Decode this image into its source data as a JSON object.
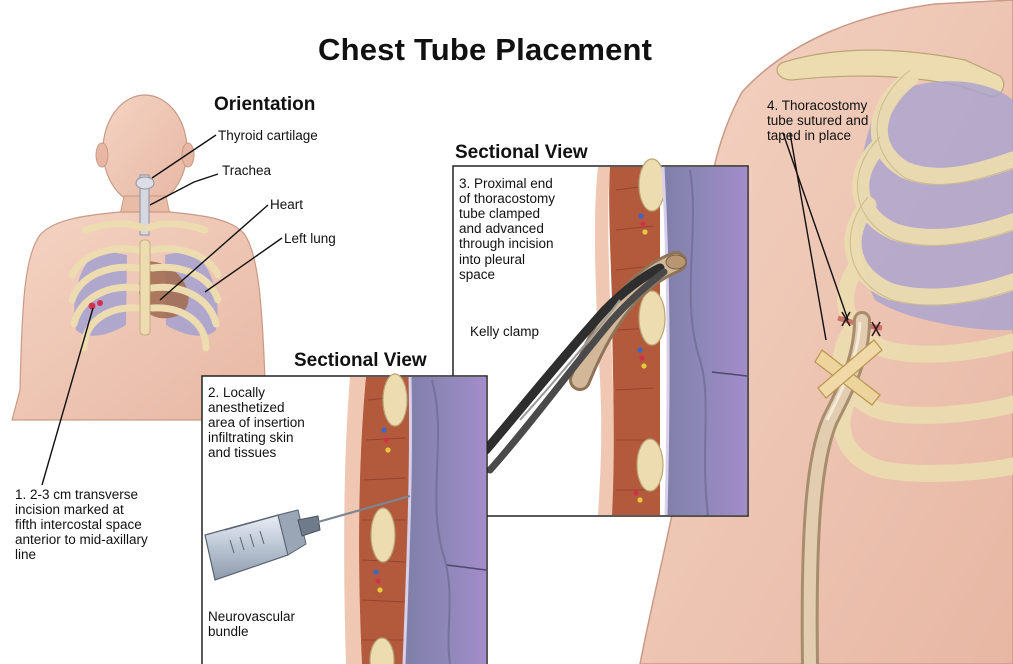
{
  "title": "Chest Tube Placement",
  "orientation": {
    "heading": "Orientation",
    "labels": {
      "thyroid": "Thyroid cartilage",
      "trachea": "Trachea",
      "heart": "Heart",
      "left_lung": "Left lung"
    }
  },
  "steps": {
    "step1": "1. 2-3 cm transverse\nincision marked at\nfifth intercostal space\nanterior to mid-axillary\nline",
    "step2": "2. Locally\nanesthetized\narea of insertion\ninfiltrating skin\nand tissues",
    "step3": "3. Proximal end\nof thoracostomy\ntube clamped\nand advanced\nthrough incision\ninto pleural\nspace",
    "step4": "4. Thoracostomy\ntube sutured and\ntaped in place"
  },
  "sectional_views": {
    "upper_heading": "Sectional View",
    "lower_heading": "Sectional View",
    "kelly_clamp": "Kelly clamp",
    "neurovascular_bundle": "Neurovascular\nbundle"
  },
  "colors": {
    "skin": "#efc7b3",
    "skin_shadow": "#d9a896",
    "rib": "#ecdcb0",
    "lung": "#a9a3cf",
    "heart": "#a36f55",
    "pleura": "#9c86c2",
    "muscle": "#b35a3c",
    "tube": "#c8a887",
    "clamp": "#3b3b3b"
  }
}
